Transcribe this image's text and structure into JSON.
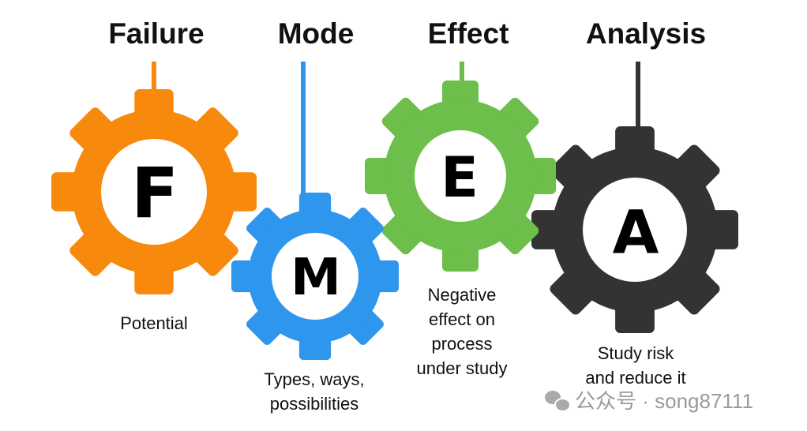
{
  "titles": [
    "Failure",
    "Mode",
    "Effect",
    "Analysis"
  ],
  "letters": [
    "F",
    "M",
    "E",
    "A"
  ],
  "descriptions": {
    "failure": [
      "Potential"
    ],
    "mode": [
      "Types, ways,",
      "possibilities"
    ],
    "effect": [
      "Negative",
      "effect on",
      "process",
      "under study"
    ],
    "analysis": [
      "Study risk",
      "and reduce it"
    ]
  },
  "colors": {
    "failure": "#F7890C",
    "mode": "#2F96EE",
    "effect": "#6DBE4B",
    "analysis": "#333333"
  },
  "watermark": "公众号 · song87111"
}
